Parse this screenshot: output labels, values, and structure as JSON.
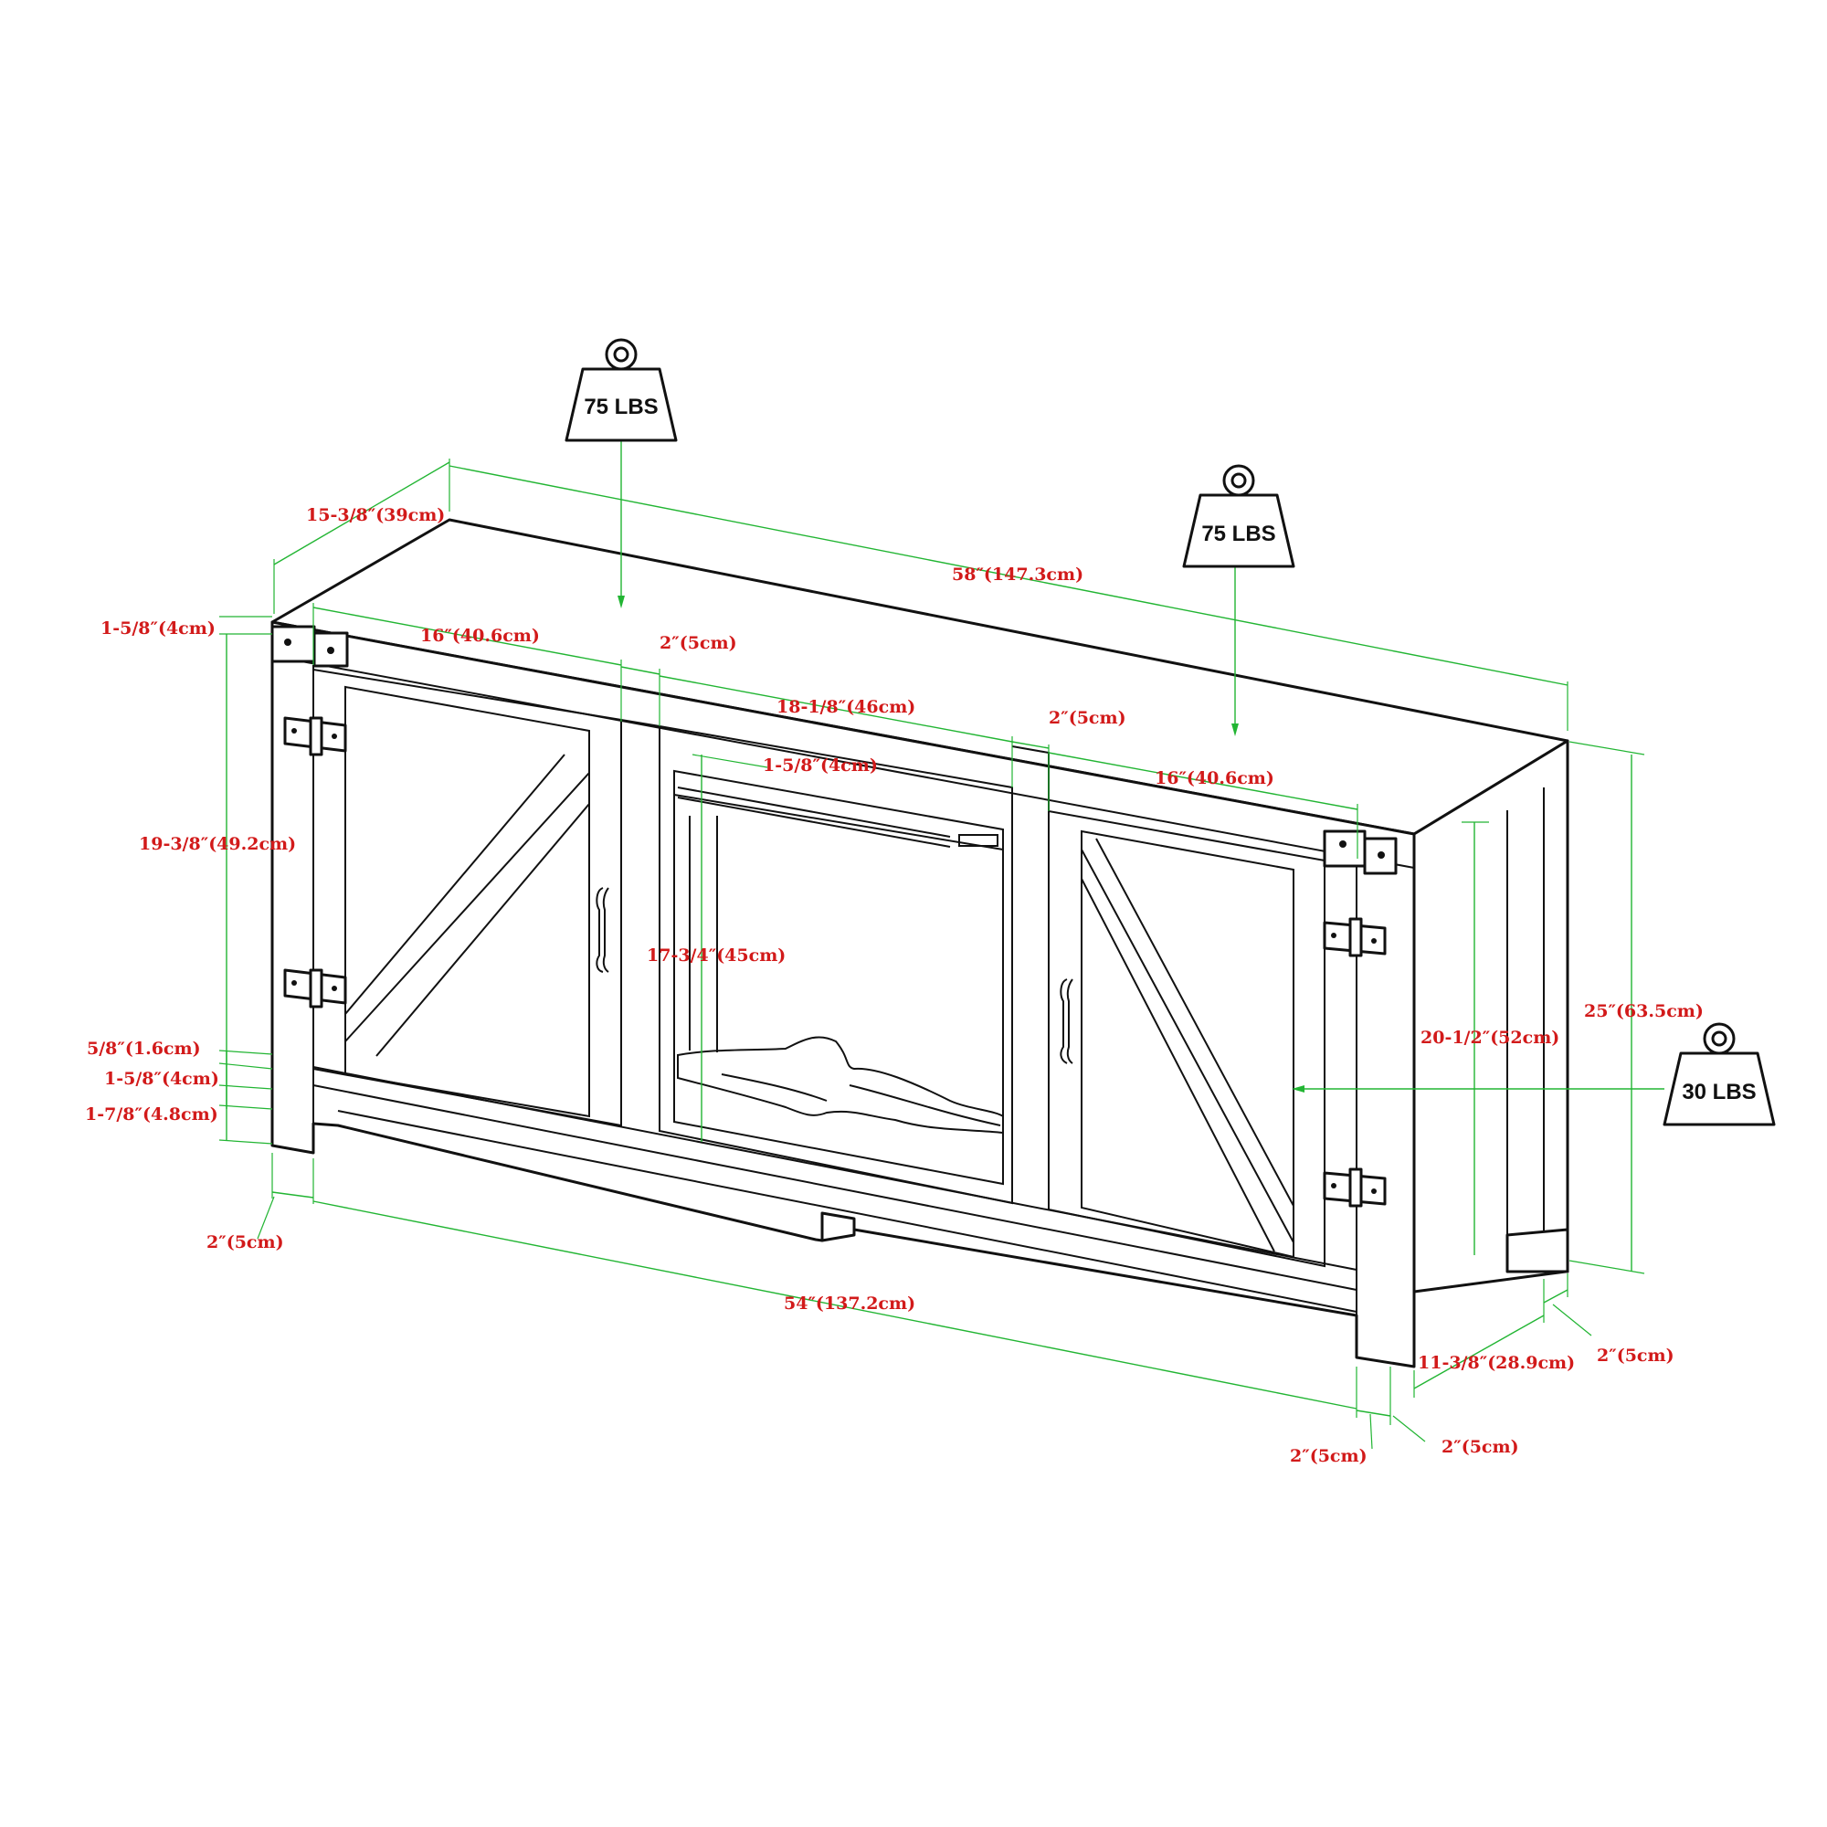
{
  "weights": {
    "left_top": "75 LBS",
    "right_top": "75 LBS",
    "side": "30 LBS"
  },
  "dimensions": {
    "depth_top": "15-3/8″(39cm)",
    "overall_width": "58″(147.3cm)",
    "top_thickness": "1-5/8″(4cm)",
    "left_door_width": "16″(40.6cm)",
    "left_divider": "2″(5cm)",
    "fireplace_width": "18-1/8″(46cm)",
    "fireplace_top": "1-5/8″(4cm)",
    "right_divider": "2″(5cm)",
    "right_door_width": "16″(40.6cm)",
    "side_height": "19-3/8″(49.2cm)",
    "fireplace_height": "17-3/4″(45cm)",
    "inner_height": "20-1/2″(52cm)",
    "overall_height": "25″(63.5cm)",
    "shelf_thickness": "5/8″(1.6cm)",
    "rail_height": "1-5/8″(4cm)",
    "leg_clearance": "1-7/8″(4.8cm)",
    "left_leg": "2″(5cm)",
    "inner_width": "54″(137.2cm)",
    "inner_depth": "11-3/8″(28.9cm)",
    "back_leg": "2″(5cm)",
    "front_leg_left": "2″(5cm)",
    "front_leg_right": "2″(5cm)"
  }
}
